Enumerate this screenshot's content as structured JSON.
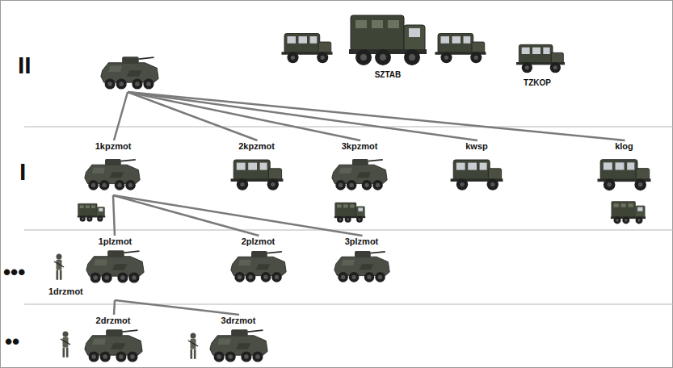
{
  "diagram": {
    "nodes": [
      {
        "text": [
          "II"
        ]
      },
      {
        "text": [
          "1kpzmot"
        ]
      },
      {
        "text": [
          "2kpzmot"
        ]
      },
      {
        "text": [
          "3kpzmot"
        ]
      },
      {
        "text": [
          "kwsp"
        ]
      },
      {
        "text": [
          "klog"
        ]
      },
      {
        "text": [
          "1plzmot",
          "1drzmot"
        ]
      },
      {
        "text": [
          "2plzmot"
        ]
      },
      {
        "text": [
          "3plzmot"
        ]
      },
      {
        "text": [
          "2drzmot"
        ]
      },
      {
        "text": [
          "3drzmot"
        ]
      }
    ],
    "edges": [
      {
        "from": 0,
        "to": 1,
        "arrow": "none"
      },
      {
        "from": 0,
        "to": 2,
        "arrow": "none"
      },
      {
        "from": 0,
        "to": 3,
        "arrow": "none"
      },
      {
        "from": 0,
        "to": 4,
        "arrow": "none"
      },
      {
        "from": 0,
        "to": 5,
        "arrow": "none"
      },
      {
        "from": 1,
        "to": 6,
        "arrow": "none"
      },
      {
        "from": 1,
        "to": 7,
        "arrow": "none"
      },
      {
        "from": 1,
        "to": 8,
        "arrow": "none"
      },
      {
        "from": 6,
        "to": 9,
        "arrow": "none"
      },
      {
        "from": 6,
        "to": 10,
        "arrow": "none"
      }
    ],
    "labels": [
      "SZTAB",
      "TZKOP",
      "I",
      "•••",
      "••"
    ]
  }
}
